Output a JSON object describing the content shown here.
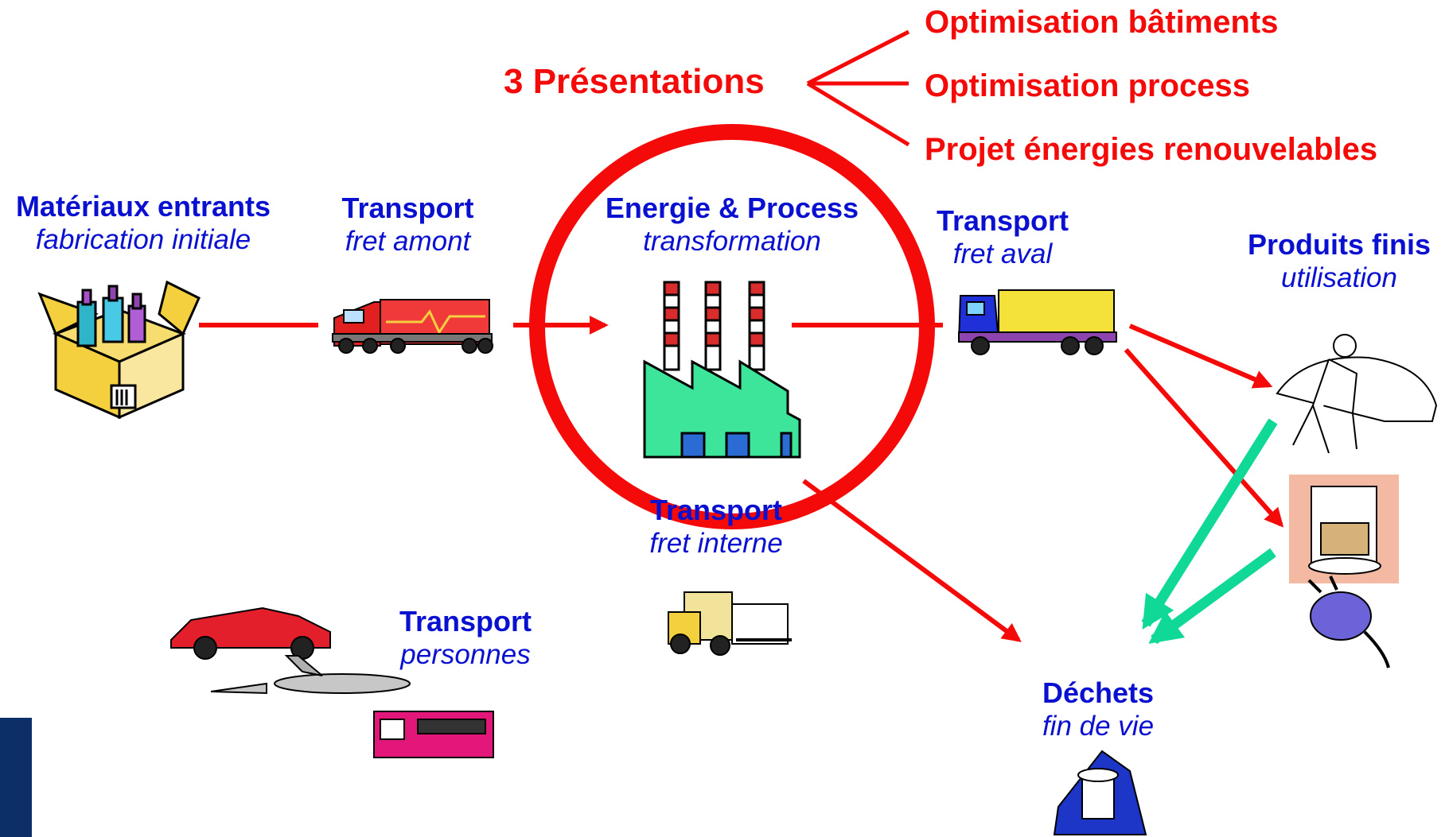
{
  "presentations": {
    "title": "3 Présentations",
    "items": [
      "Optimisation bâtiments",
      "Optimisation process",
      "Projet énergies renouvelables"
    ]
  },
  "nodes": {
    "materials": {
      "title": "Matériaux entrants",
      "subtitle": "fabrication initiale",
      "icon": "box-of-materials-icon"
    },
    "transport_upstream": {
      "title": "Transport",
      "subtitle": "fret amont",
      "icon": "semi-truck-icon"
    },
    "energy_process": {
      "title": "Energie & Process",
      "subtitle": "transformation",
      "icon": "factory-icon"
    },
    "transport_downstream": {
      "title": "Transport",
      "subtitle": "fret aval",
      "icon": "delivery-truck-icon"
    },
    "finished_products": {
      "title": "Produits finis",
      "subtitle": "utilisation",
      "icon": "person-washing-car-icon"
    },
    "internal_transport": {
      "title": "Transport",
      "subtitle": "fret interne",
      "icon": "forklift-icon"
    },
    "people_transport": {
      "title": "Transport",
      "subtitle": "personnes",
      "icon": "car-plane-bus-icon"
    },
    "waste": {
      "title": "Déchets",
      "subtitle": "fin de vie",
      "icon": "recycle-bin-icon"
    }
  },
  "colors": {
    "flow_arrow": "#f50a0a",
    "waste_arrow": "#10d896",
    "label_text": "#0a10d0",
    "highlight_circle": "#f50a0a",
    "sidebar": "#0b2f66"
  }
}
